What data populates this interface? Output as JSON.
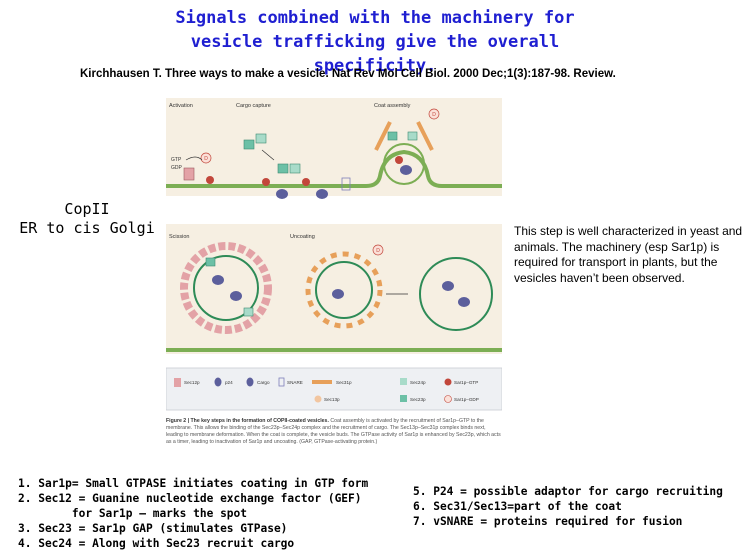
{
  "title": {
    "line1": "Signals combined with the machinery for",
    "line2": "vesicle trafficking give the overall specificity."
  },
  "citation": "Kirchhausen T. Three ways to make a vesicle. Nat Rev Mol Cell Biol. 2000 Dec;1(3):187-98. Review.",
  "copii": {
    "line1": "CopII",
    "line2": "ER to cis Golgi"
  },
  "note": "This step is well characterized in yeast and animals.  The machinery (esp Sar1p) is required for transport in plants, but the vesicles haven’t been observed.",
  "figure": {
    "panels": {
      "activation": "Activation",
      "cargo_capture": "Cargo capture",
      "coat_assembly": "Coat assembly",
      "scission": "Scission",
      "uncoating": "Uncoating"
    },
    "labels": {
      "gtp": "GTP",
      "gdp": "GDP",
      "d": "D"
    },
    "legend": {
      "sec12p": "Sec12p",
      "p24": "p24",
      "cargo": "Cargo",
      "snare": "SNARE",
      "sec31p": "Sec31p",
      "sec13p": "Sec13p",
      "sec24p": "Sec24p",
      "sec23p": "Sec23p",
      "sar1p_gtp": "Sar1p–GTP",
      "sar1p_gdp": "Sar1p–GDP"
    },
    "caption_title": "Figure 2 | The key steps in the formation of COPII-coated vesicles.",
    "caption_body": "Coat assembly is activated by the recruitment of Sar1p–GTP to the membrane. This allows the binding of the Sec23p–Sec24p complex and the recruitment of cargo. The Sec13p–Sec31p complex binds next, leading to membrane deformation. When the coat is complete, the vesicle buds. The GTPase activity of Sar1p is enhanced by Sec23p, which acts as a timer, leading to inactivation of Sar1p and uncoating. (GAP, GTPase-activating protein.)",
    "colors": {
      "membrane": "#7cae54",
      "vesicle": "#2e8b57",
      "coat_pink": "#e3a2a6",
      "coat_orange": "#e7a05a",
      "teal": "#6cc0a6",
      "cargo": "#5c5f9c",
      "sar1": "#c2473b",
      "panel_bg": "#f6efe2"
    }
  },
  "list_left": [
    "1. Sar1p= Small GTPASE initiates coating in GTP form",
    "2. Sec12 = Guanine nucleotide exchange factor (GEF)",
    "        for Sar1p – marks the spot",
    "3. Sec23 = Sar1p GAP (stimulates GTPase)",
    "4. Sec24 = Along with Sec23 recruit cargo"
  ],
  "list_right": [
    "5. P24 = possible adaptor for cargo recruiting",
    "6. Sec31/Sec13=part of the coat",
    "7. vSNARE = proteins required for fusion"
  ]
}
